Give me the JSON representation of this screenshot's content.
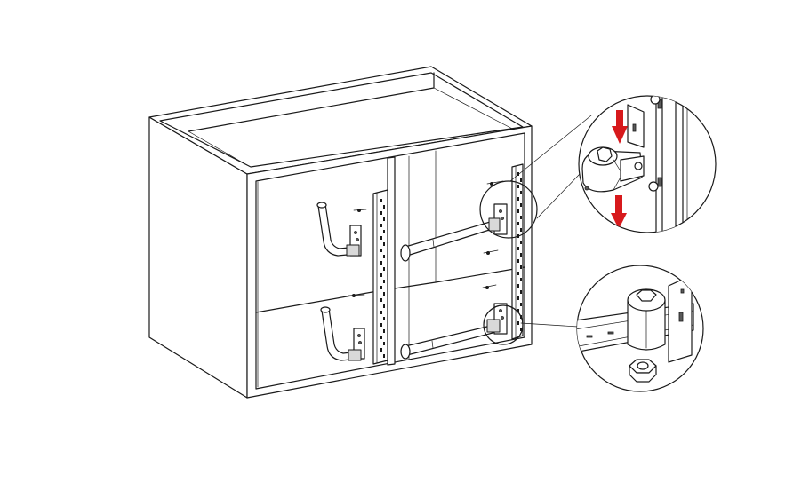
{
  "diagram": {
    "accent_color": "#d7191c",
    "parts": [
      "cabinet",
      "mounting-rail",
      "suspension-bracket",
      "detail-view-hook",
      "detail-view-adjuster"
    ]
  }
}
